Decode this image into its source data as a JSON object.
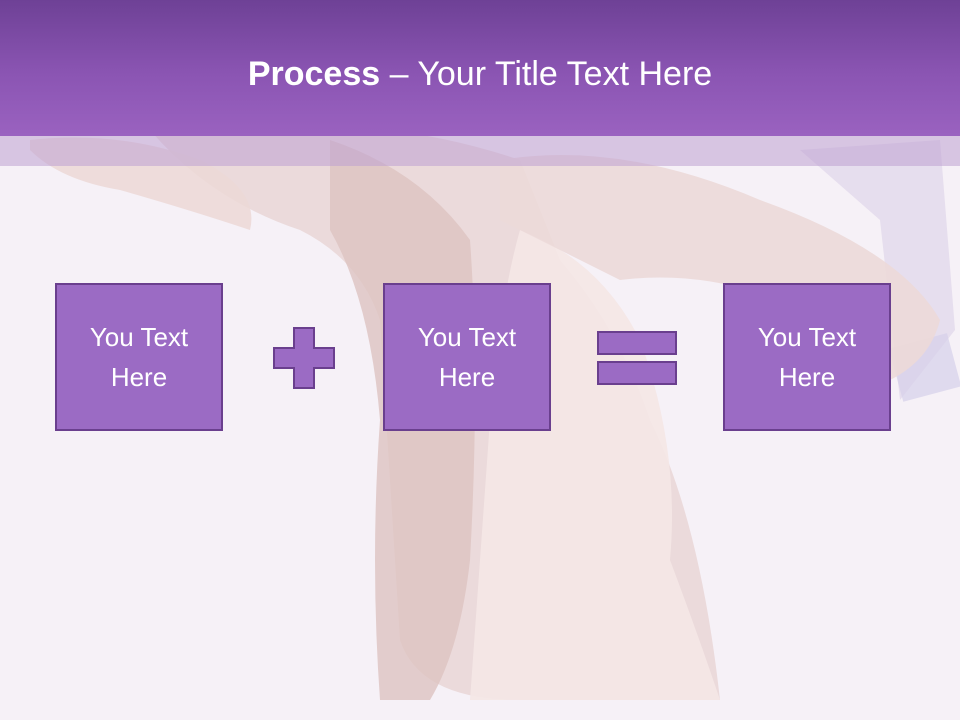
{
  "title": {
    "bold": "Process",
    "separator": " – ",
    "rest": "Your Title Text Here"
  },
  "boxes": [
    {
      "label": "You Text Here"
    },
    {
      "label": "You Text Here"
    },
    {
      "label": "You Text Here"
    }
  ],
  "operators": [
    "plus",
    "equals"
  ],
  "colors": {
    "title_bar": "#8b55b3",
    "box_fill": "#9b6bc4",
    "box_border": "#6a3f8e",
    "title_text": "#ffffff"
  },
  "icons": [
    "plus-icon",
    "equals-icon"
  ]
}
